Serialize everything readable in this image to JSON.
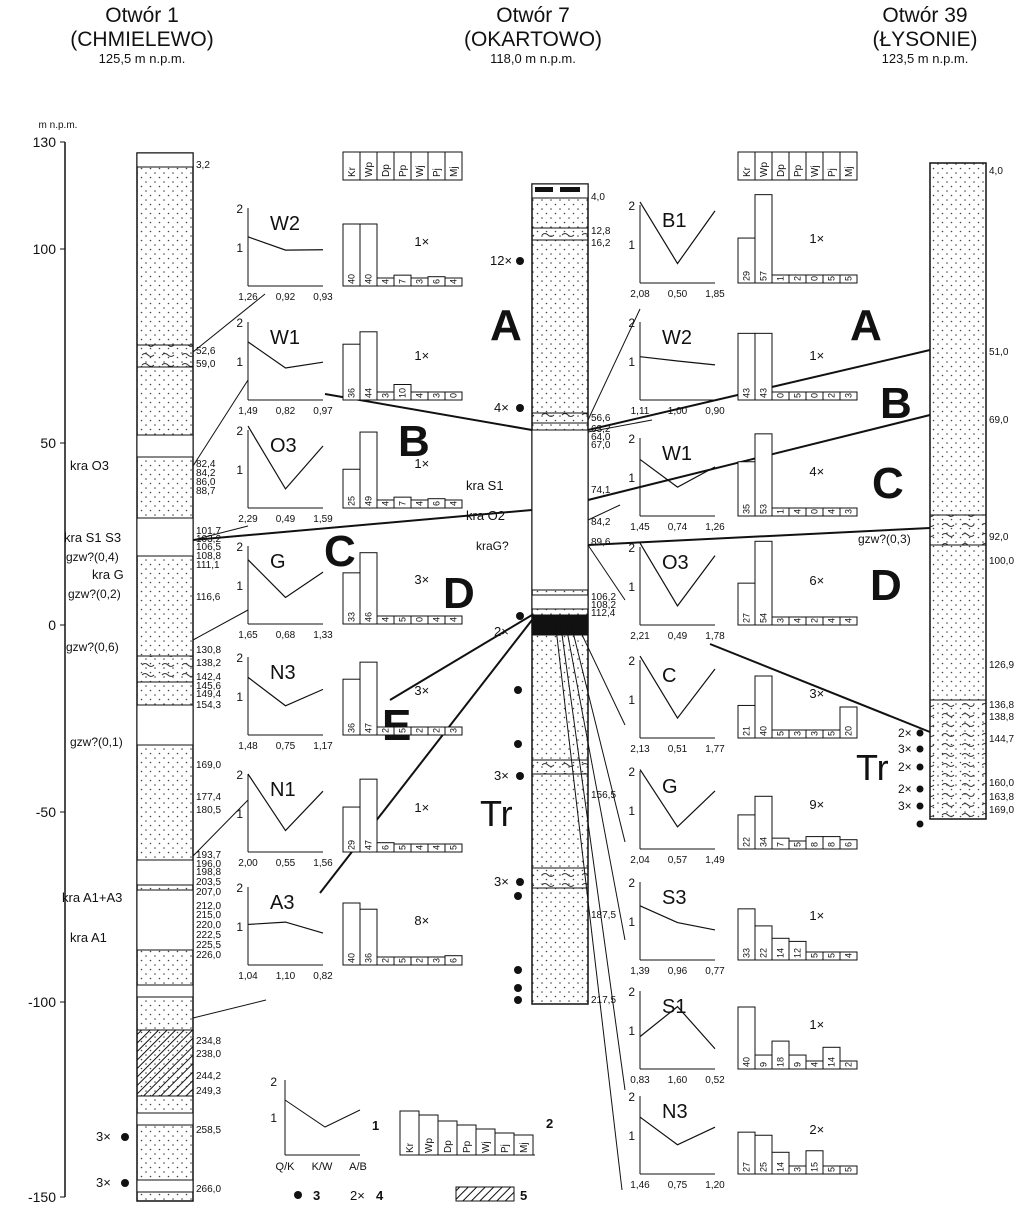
{
  "boreholes": [
    {
      "title": "Otwór 1",
      "name": "(CHMIELEWO)",
      "elevation": "125,5 m n.p.m."
    },
    {
      "title": "Otwór 7",
      "name": "(OKARTOWO)",
      "elevation": "118,0 m n.p.m."
    },
    {
      "title": "Otwór 39",
      "name": "(ŁYSONIE)",
      "elevation": "123,5 m n.p.m."
    }
  ],
  "axis": {
    "unit": "m n.p.m.",
    "ticks": [
      "130",
      "100",
      "50",
      "0",
      "-50",
      "-100",
      "-150"
    ]
  },
  "hole1": {
    "depths": [
      "3,2",
      "52,6",
      "59,0",
      "82,4",
      "84,2",
      "86,0",
      "88,7",
      "101,7",
      "103,2",
      "106,5",
      "108,8",
      "111,1",
      "116,6",
      "130,8",
      "138,2",
      "142,4",
      "145,6",
      "149,4",
      "154,3",
      "169,0",
      "177,4",
      "180,5",
      "193,7",
      "196,0",
      "198,8",
      "203,5",
      "207,0",
      "212,0",
      "215,0",
      "220,0",
      "222,5",
      "225,5",
      "226,0",
      "234,8",
      "238,0",
      "244,2",
      "249,3",
      "258,5",
      "266,0"
    ],
    "labels": [
      "kra O3",
      "kra S1 S3",
      "gzw?(0,4)",
      "kra G",
      "gzw?(0,2)",
      "gzw?(0,6)",
      "gzw?(0,1)",
      "kra A1+A3",
      "kra A1"
    ],
    "samples": [
      "3×",
      "3×"
    ]
  },
  "hole7": {
    "depths": [
      "4,0",
      "12,8",
      "16,2",
      "56,6",
      "63,2",
      "64,0",
      "67,0",
      "74,1",
      "84,2",
      "89,6",
      "106,2",
      "108,2",
      "112,4",
      "156,5",
      "187,5",
      "217,5"
    ],
    "labels": [
      "kra S1",
      "kra O2",
      "kraG?"
    ],
    "samples": [
      "12×",
      "4×",
      "2×",
      "3×",
      "3×"
    ]
  },
  "hole39": {
    "depths": [
      "4,0",
      "51,0",
      "69,0",
      "92,0",
      "100,0",
      "126,9",
      "136,8",
      "138,8",
      "144,7",
      "160,0",
      "163,8",
      "169,0"
    ],
    "labels": [
      "gzw?(0,3)"
    ],
    "samples": [
      "2×",
      "3×",
      "2×",
      "2×",
      "3×"
    ]
  },
  "zones": [
    "A",
    "B",
    "C",
    "D",
    "E",
    "Tr",
    "A",
    "B",
    "C",
    "D",
    "Tr"
  ],
  "bar_headers": [
    "Kr",
    "Wp",
    "Dp",
    "Pp",
    "Wj",
    "Pj",
    "Mj"
  ],
  "left_panels": [
    {
      "title": "W2",
      "x": [
        "1,26",
        "0,92",
        "0,93"
      ],
      "count": "1×",
      "bars": [
        "40",
        "40",
        "4",
        "7",
        "3",
        "6",
        "4"
      ]
    },
    {
      "title": "W1",
      "x": [
        "1,49",
        "0,82",
        "0,97"
      ],
      "count": "1×",
      "bars": [
        "36",
        "44",
        "3",
        "10",
        "4",
        "3",
        "0"
      ]
    },
    {
      "title": "O3",
      "x": [
        "2,29",
        "0,49",
        "1,59"
      ],
      "count": "1×",
      "bars": [
        "25",
        "49",
        "4",
        "7",
        "4",
        "6",
        "4"
      ]
    },
    {
      "title": "G",
      "x": [
        "1,65",
        "0,68",
        "1,33"
      ],
      "count": "3×",
      "bars": [
        "33",
        "46",
        "4",
        "5",
        "0",
        "4",
        "4"
      ]
    },
    {
      "title": "N3",
      "x": [
        "1,48",
        "0,75",
        "1,17"
      ],
      "count": "3×",
      "bars": [
        "36",
        "47",
        "2",
        "5",
        "2",
        "2",
        "3"
      ]
    },
    {
      "title": "N1",
      "x": [
        "2,00",
        "0,55",
        "1,56"
      ],
      "count": "1×",
      "bars": [
        "29",
        "47",
        "6",
        "5",
        "4",
        "4",
        "5"
      ]
    },
    {
      "title": "A3",
      "x": [
        "1,04",
        "1,10",
        "0,82"
      ],
      "count": "8×",
      "bars": [
        "40",
        "36",
        "2",
        "5",
        "2",
        "3",
        "6"
      ]
    }
  ],
  "right_panels": [
    {
      "title": "B1",
      "x": [
        "2,08",
        "0,50",
        "1,85"
      ],
      "count": "1×",
      "bars": [
        "29",
        "57",
        "1",
        "2",
        "0",
        "5",
        "5"
      ]
    },
    {
      "title": "W2",
      "x": [
        "1,11",
        "1,00",
        "0,90"
      ],
      "count": "1×",
      "bars": [
        "43",
        "43",
        "0",
        "5",
        "0",
        "2",
        "3"
      ]
    },
    {
      "title": "W1",
      "x": [
        "1,45",
        "0,74",
        "1,26"
      ],
      "count": "4×",
      "bars": [
        "35",
        "53",
        "1",
        "4",
        "0",
        "4",
        "3"
      ]
    },
    {
      "title": "O3",
      "x": [
        "2,21",
        "0,49",
        "1,78"
      ],
      "count": "6×",
      "bars": [
        "27",
        "54",
        "3",
        "4",
        "2",
        "4",
        "4"
      ]
    },
    {
      "title": "C",
      "x": [
        "2,13",
        "0,51",
        "1,77"
      ],
      "count": "3×",
      "bars": [
        "21",
        "40",
        "5",
        "3",
        "3",
        "5",
        "20"
      ]
    },
    {
      "title": "G",
      "x": [
        "2,04",
        "0,57",
        "1,49"
      ],
      "count": "9×",
      "bars": [
        "22",
        "34",
        "7",
        "5",
        "8",
        "8",
        "6"
      ]
    },
    {
      "title": "S3",
      "x": [
        "1,39",
        "0,96",
        "0,77"
      ],
      "count": "1×",
      "bars": [
        "33",
        "22",
        "14",
        "12",
        "5",
        "5",
        "4"
      ]
    },
    {
      "title": "S1",
      "x": [
        "0,83",
        "1,60",
        "0,52"
      ],
      "count": "1×",
      "bars": [
        "40",
        "9",
        "18",
        "9",
        "4",
        "14",
        "2"
      ]
    },
    {
      "title": "N3",
      "x": [
        "1,46",
        "0,75",
        "1,20"
      ],
      "count": "2×",
      "bars": [
        "27",
        "25",
        "14",
        "3",
        "15",
        "5",
        "5"
      ]
    }
  ],
  "legend": {
    "line_x": [
      "Q/K",
      "K/W",
      "A/B"
    ],
    "bar_headers": [
      "Kr",
      "Wp",
      "Dp",
      "Pp",
      "Wj",
      "Pj",
      "Mj"
    ],
    "items": [
      {
        "num": "1"
      },
      {
        "num": "2"
      },
      {
        "num": "3"
      },
      {
        "num": "4",
        "symbol": "2×"
      },
      {
        "num": "5"
      }
    ]
  },
  "colors": {
    "ink": "#111111",
    "paper": "#ffffff",
    "stipple": "#444444"
  }
}
